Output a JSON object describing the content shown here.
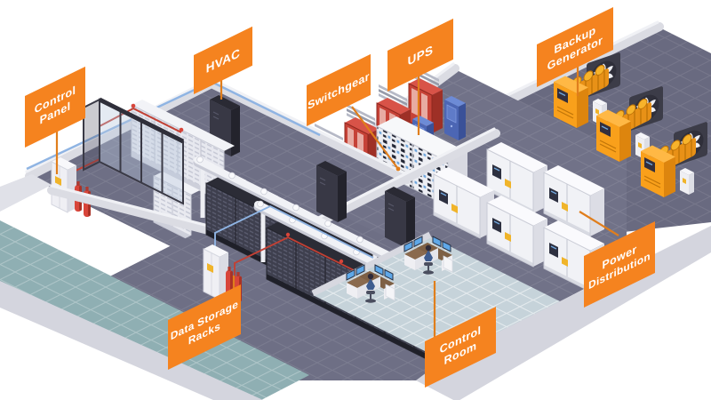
{
  "labels": {
    "control_panel": {
      "line1": "Control",
      "line2": "Panel"
    },
    "hvac": {
      "line1": "HVAC"
    },
    "switchgear": {
      "line1": "Switchgear"
    },
    "ups": {
      "line1": "UPS"
    },
    "backup_generator": {
      "line1": "Backup",
      "line2": "Generator"
    },
    "power_distribution": {
      "line1": "Power",
      "line2": "Distribution"
    },
    "control_room": {
      "line1": "Control",
      "line2": "Room"
    },
    "data_storage_racks": {
      "line1": "Data Storage",
      "line2": "Racks"
    }
  },
  "colors": {
    "label_accent": "#F5831F",
    "connector": "#E07E1C",
    "floor_dark": "#6E6F85",
    "floor_teal": "#8FAFB3",
    "floor_control_room": "#C6D3DA",
    "rack_dark": "#3E3F4E",
    "generator_orange": "#F9A01B",
    "switchgear_red": "#C64237",
    "cabinet_blue": "#4C66B4",
    "extinguisher_red": "#D8453A",
    "wall_light": "#DBDCE3"
  }
}
